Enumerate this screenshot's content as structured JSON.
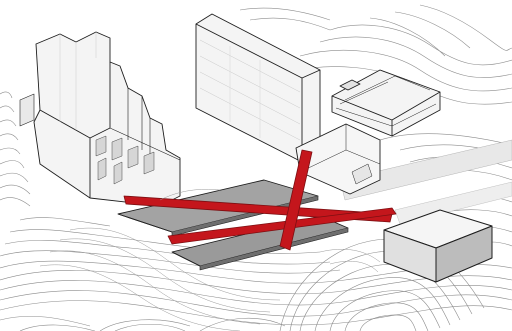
{
  "colors": {
    "background": "#ffffff",
    "contour_line": "#8c8c8c",
    "building_outline": "#1e1e1e",
    "building_face_light": "#f4f4f4",
    "building_face_mid": "#e2e2e2",
    "building_face_dark": "#bdbdbd",
    "plaza_slab": "#9a9a9a",
    "axis_red": "#c4161c",
    "axis_red_dark": "#7d0f12"
  },
  "elements": {
    "terrain": "contour-lines",
    "left_building": "building-massing",
    "center_building": "building-massing",
    "right_building": "building-massing",
    "new_box_building": "building-massing",
    "plaza_slabs": 2,
    "red_axes": 3
  }
}
